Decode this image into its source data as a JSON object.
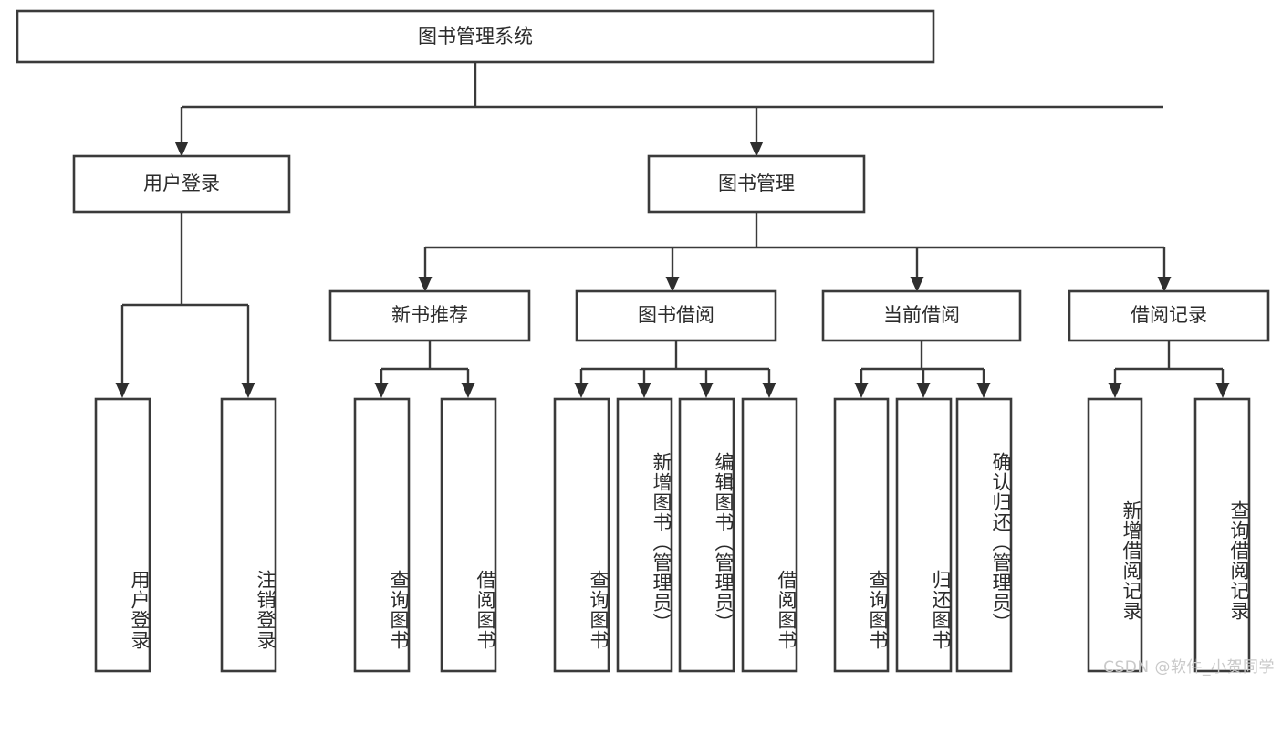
{
  "diagram": {
    "type": "tree",
    "title": "图书管理系统",
    "orientation": "top-down",
    "root": {
      "id": "root",
      "label": "图书管理系统"
    },
    "level2": [
      {
        "id": "user-login",
        "label": "用户登录"
      },
      {
        "id": "book-manage",
        "label": "图书管理"
      }
    ],
    "level3": [
      {
        "id": "new-book-rec",
        "label": "新书推荐",
        "parent": "book-manage"
      },
      {
        "id": "book-borrow",
        "label": "图书借阅",
        "parent": "book-manage"
      },
      {
        "id": "current-borrow",
        "label": "当前借阅",
        "parent": "book-manage"
      },
      {
        "id": "borrow-record",
        "label": "借阅记录",
        "parent": "book-manage"
      }
    ],
    "leaves": [
      {
        "id": "leaf-user-login",
        "label": "用户登录",
        "parent": "user-login"
      },
      {
        "id": "leaf-logout",
        "label": "注销登录",
        "parent": "user-login"
      },
      {
        "id": "leaf-query-book-1",
        "label": "查询图书",
        "parent": "new-book-rec"
      },
      {
        "id": "leaf-borrow-book-1",
        "label": "借阅图书",
        "parent": "new-book-rec"
      },
      {
        "id": "leaf-query-book-2",
        "label": "查询图书",
        "parent": "book-borrow"
      },
      {
        "id": "leaf-add-book",
        "label": "新增图书（管理员）",
        "parent": "book-borrow"
      },
      {
        "id": "leaf-edit-book",
        "label": "编辑图书（管理员）",
        "parent": "book-borrow"
      },
      {
        "id": "leaf-borrow-book-2",
        "label": "借阅图书",
        "parent": "book-borrow"
      },
      {
        "id": "leaf-query-book-3",
        "label": "查询图书",
        "parent": "current-borrow"
      },
      {
        "id": "leaf-return-book",
        "label": "归还图书",
        "parent": "current-borrow"
      },
      {
        "id": "leaf-confirm-return",
        "label": "确认归还（管理员）",
        "parent": "current-borrow"
      },
      {
        "id": "leaf-add-record",
        "label": "新增借阅记录",
        "parent": "borrow-record"
      },
      {
        "id": "leaf-query-record",
        "label": "查询借阅记录",
        "parent": "borrow-record"
      }
    ]
  },
  "watermark": {
    "text": "CSDN @软件_小贺同学"
  },
  "colors": {
    "box_stroke": "#3a3a3a",
    "connector": "#3a3a3a",
    "text": "#2b2b2b",
    "background": "#ffffff",
    "watermark": "#c9c9c9"
  }
}
